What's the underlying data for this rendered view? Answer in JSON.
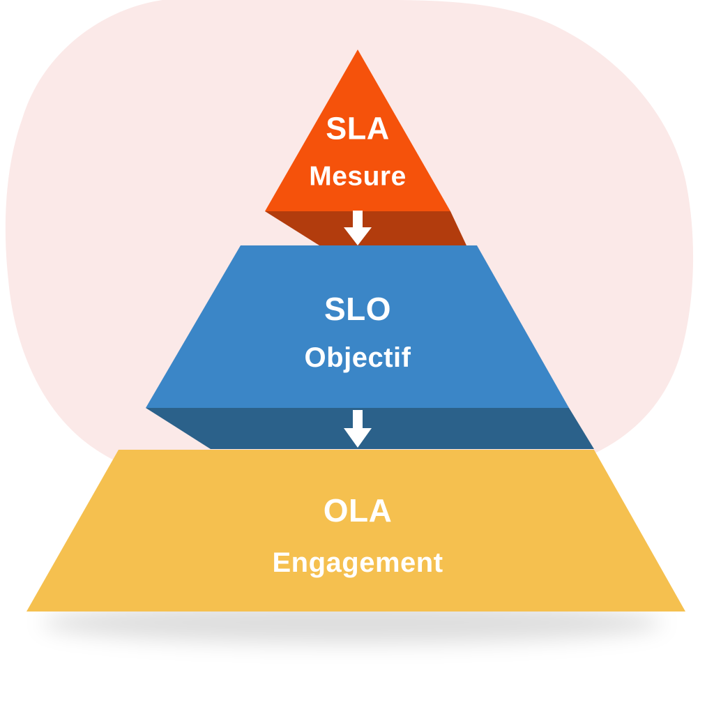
{
  "background": {
    "color": "#FFFFFF",
    "blob_color": "#FBE9E8"
  },
  "pyramid": {
    "levels": [
      {
        "acronym": "SLA",
        "label": "Mesure",
        "fill": "#F5520B",
        "shadow": "#B23C0D"
      },
      {
        "acronym": "SLO",
        "label": "Objectif",
        "fill": "#3B86C7",
        "shadow": "#2B618A"
      },
      {
        "acronym": "OLA",
        "label": "Engagement",
        "fill": "#F5C04F"
      }
    ],
    "arrow_color": "#FFFFFF",
    "text_color": "#FFFFFF"
  }
}
